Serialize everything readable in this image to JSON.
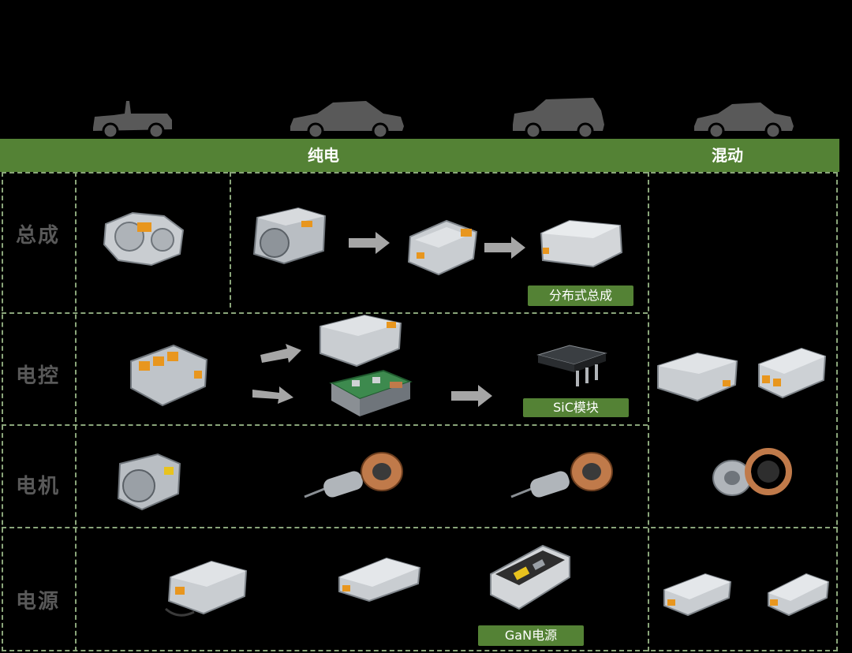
{
  "categories": {
    "pure_electric": "纯电",
    "hybrid": "混动"
  },
  "rows": {
    "assembly": "总成",
    "controller": "电控",
    "motor": "电机",
    "power": "电源"
  },
  "tags": {
    "distributed": "分布式总成",
    "sic": "SiC模块",
    "gan": "GaN电源"
  },
  "colors": {
    "accent": "#548235",
    "grid": "#8aa57a",
    "label": "#595959",
    "product": "#c9cdd1",
    "copper": "#c07a4a",
    "connector": "#e8961e"
  }
}
